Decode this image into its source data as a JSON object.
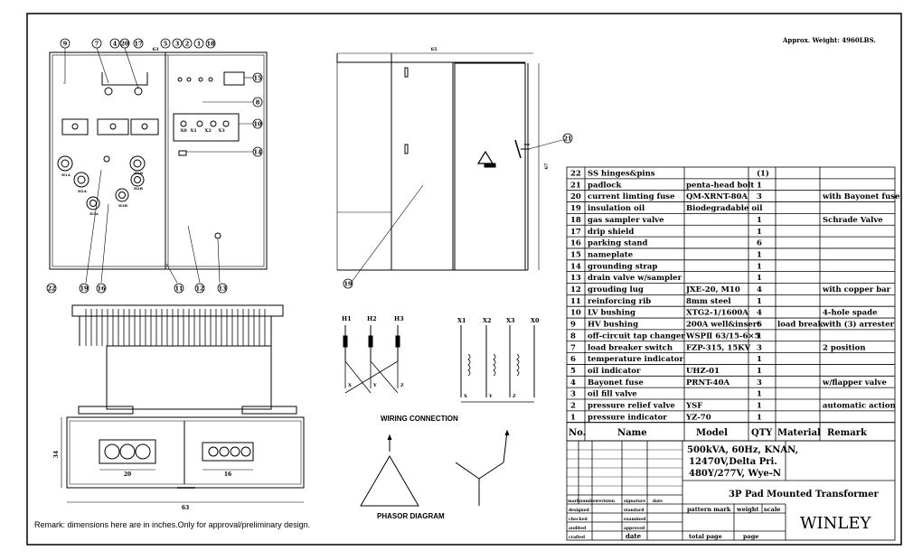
{
  "weight_note": "Approx. Weight: 4960LBS.",
  "remark": "Remark: dimensions here are in inches.Only for approval/preliminary design.",
  "labels": {
    "wiring": "WIRING CONNECTION",
    "phasor": "PHASOR DIAGRAM"
  },
  "dims": {
    "side_width": "65",
    "side_height": "67",
    "front_width": "63",
    "front_top": "63",
    "front_height": "34",
    "hv_spacing": "20",
    "lv_spacing": "16"
  },
  "front_callouts": [
    "9",
    "7",
    "4",
    "20",
    "17",
    "5",
    "3",
    "2",
    "1",
    "18",
    "15",
    "8",
    "10",
    "14",
    "22",
    "19",
    "16",
    "11",
    "12",
    "13"
  ],
  "side_callouts": [
    "21",
    "19"
  ],
  "terminals": {
    "hv": [
      "H1",
      "H2",
      "H3"
    ],
    "lv": [
      "X1",
      "X2",
      "X3",
      "X0"
    ],
    "hv_winding": [
      "X",
      "Y",
      "Z"
    ],
    "lv_winding": [
      "X",
      "Y",
      "Z"
    ]
  },
  "front_bushing_labels": {
    "lv": [
      "X0",
      "X1",
      "X2",
      "X3"
    ],
    "hv": [
      "H1A",
      "H2A",
      "H3A",
      "H1B",
      "H2B",
      "H3B"
    ]
  },
  "bom": {
    "rows": [
      {
        "no": "22",
        "name": "SS hinges&pins",
        "model": "",
        "qty": "(1)",
        "material": "",
        "remark": ""
      },
      {
        "no": "21",
        "name": "padlock",
        "model": "penta-head bolt",
        "qty": "1",
        "material": "",
        "remark": ""
      },
      {
        "no": "20",
        "name": "current limting fuse",
        "model": "QM-XRNT-80A",
        "qty": "3",
        "material": "",
        "remark": "with Bayonet fuse"
      },
      {
        "no": "19",
        "name": "insulation oil",
        "model": "Biodegradable oil",
        "qty": "",
        "material": "",
        "remark": ""
      },
      {
        "no": "18",
        "name": "gas sampler valve",
        "model": "",
        "qty": "1",
        "material": "",
        "remark": "Schrade Valve"
      },
      {
        "no": "17",
        "name": "drip shield",
        "model": "",
        "qty": "1",
        "material": "",
        "remark": ""
      },
      {
        "no": "16",
        "name": "parking stand",
        "model": "",
        "qty": "6",
        "material": "",
        "remark": ""
      },
      {
        "no": "15",
        "name": "nameplate",
        "model": "",
        "qty": "1",
        "material": "",
        "remark": ""
      },
      {
        "no": "14",
        "name": "grounding strap",
        "model": "",
        "qty": "1",
        "material": "",
        "remark": ""
      },
      {
        "no": "13",
        "name": "drain valve w/sampler",
        "model": "",
        "qty": "1",
        "material": "",
        "remark": ""
      },
      {
        "no": "12",
        "name": "grouding lug",
        "model": "JXE-20, M10",
        "qty": "4",
        "material": "",
        "remark": "with copper bar"
      },
      {
        "no": "11",
        "name": "reinforcing rib",
        "model": "8mm steel",
        "qty": "1",
        "material": "",
        "remark": ""
      },
      {
        "no": "10",
        "name": "LV bushing",
        "model": "XTG2-1/1600A",
        "qty": "4",
        "material": "",
        "remark": "4-hole spade"
      },
      {
        "no": "9",
        "name": "HV bushing",
        "model": "200A well&insert",
        "qty": "6",
        "material": "load break",
        "remark": "with (3) arrester"
      },
      {
        "no": "8",
        "name": "off-circuit tap changer",
        "model": "WSPⅡ 63/15-6×5",
        "qty": "1",
        "material": "",
        "remark": ""
      },
      {
        "no": "7",
        "name": "load breaker switch",
        "model": "FZP-315, 15KV",
        "qty": "3",
        "material": "",
        "remark": "2 position"
      },
      {
        "no": "6",
        "name": "temperature indicator",
        "model": "",
        "qty": "1",
        "material": "",
        "remark": ""
      },
      {
        "no": "5",
        "name": "oil indicator",
        "model": "UHZ-01",
        "qty": "1",
        "material": "",
        "remark": ""
      },
      {
        "no": "4",
        "name": "Bayonet fuse",
        "model": "PRNT-40A",
        "qty": "3",
        "material": "",
        "remark": "w/flapper valve"
      },
      {
        "no": "3",
        "name": "oil fill valve",
        "model": "",
        "qty": "1",
        "material": "",
        "remark": ""
      },
      {
        "no": "2",
        "name": "pressure relief valve",
        "model": "YSF",
        "qty": "1",
        "material": "",
        "remark": "automatic action"
      },
      {
        "no": "1",
        "name": "pressure indicator",
        "model": "YZ-70",
        "qty": "1",
        "material": "",
        "remark": ""
      }
    ],
    "header": {
      "no": "No.",
      "name": "Name",
      "model": "Model",
      "qty": "QTY",
      "material": "Material",
      "remark": "Remark"
    }
  },
  "title_block": {
    "spec_lines": [
      "500kVA, 60Hz, KNAN,",
      "12470V,Delta Pri.",
      "480Y/277V, Wye-N"
    ],
    "title": "3P Pad Mounted Transformer",
    "company": "WINLEY",
    "rev_headers": [
      "mark",
      "number",
      "revision",
      "signature",
      "date"
    ],
    "signoff": [
      "designed",
      "checked",
      "audited",
      "crafted"
    ],
    "signoff2": [
      "standard",
      "examined",
      "approved",
      "date"
    ],
    "pattern_mark": "pattern mark",
    "weight": "weight",
    "scale": "scale",
    "total_page": "total page",
    "page": "page"
  }
}
